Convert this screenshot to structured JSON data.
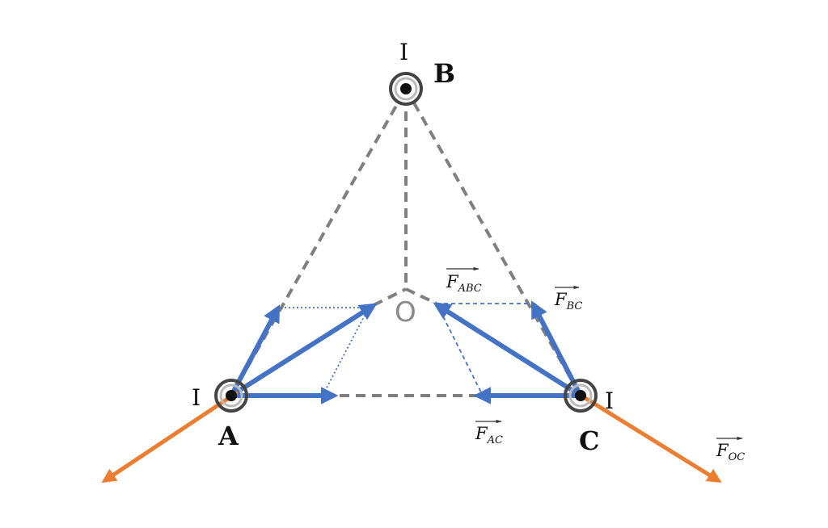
{
  "points": {
    "A": "A",
    "B": "B",
    "C": "C",
    "O": "O"
  },
  "current_label": "I",
  "forces": {
    "abc": {
      "main": "F",
      "sub": "ABC"
    },
    "bc": {
      "main": "F",
      "sub": "BC"
    },
    "ac": {
      "main": "F",
      "sub": "AC"
    },
    "oc": {
      "main": "F",
      "sub": "OC"
    }
  },
  "colors": {
    "force_arrow": "#4472c4",
    "resultant_arrow": "#ed7d31",
    "construction_line": "#7f7f7f",
    "wire": "#222222"
  }
}
